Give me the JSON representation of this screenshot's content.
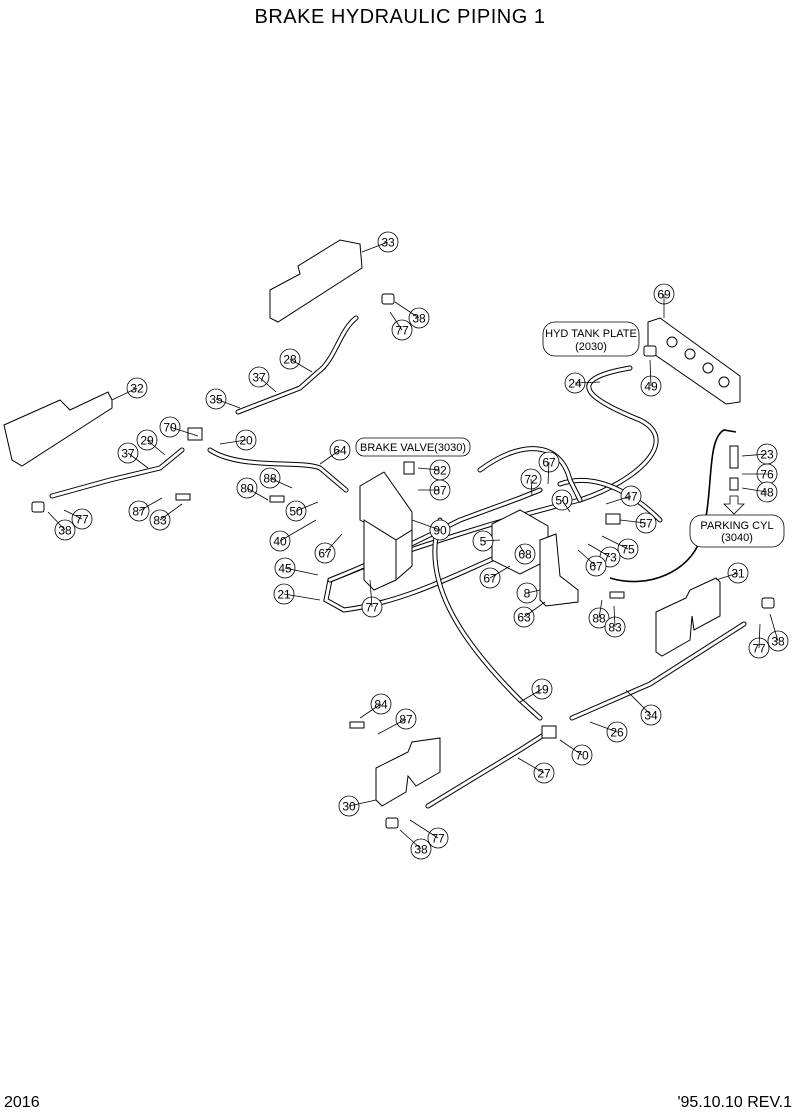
{
  "title": "BRAKE HYDRAULIC PIPING 1",
  "footer": {
    "page": "2016",
    "revision": "'95.10.10  REV.1"
  },
  "callouts": {
    "hyd_tank_plate": {
      "line1": "HYD TANK PLATE",
      "line2": "(2030)"
    },
    "brake_valve": "BRAKE VALVE(3030)",
    "parking_cyl": {
      "line1": "PARKING CYL",
      "line2": "(3040)"
    }
  },
  "labels": [
    "33",
    "77",
    "38",
    "28",
    "37",
    "35",
    "32",
    "70",
    "20",
    "29",
    "37",
    "64",
    "82",
    "87",
    "80",
    "88",
    "50",
    "40",
    "67",
    "38",
    "77",
    "87",
    "83",
    "90",
    "45",
    "21",
    "77",
    "69",
    "49",
    "24",
    "67",
    "72",
    "50",
    "47",
    "57",
    "75",
    "73",
    "67",
    "5",
    "68",
    "67",
    "8",
    "63",
    "88",
    "83",
    "23",
    "76",
    "48",
    "31",
    "77",
    "38",
    "19",
    "34",
    "26",
    "70",
    "84",
    "87",
    "27",
    "30",
    "77",
    "38"
  ]
}
